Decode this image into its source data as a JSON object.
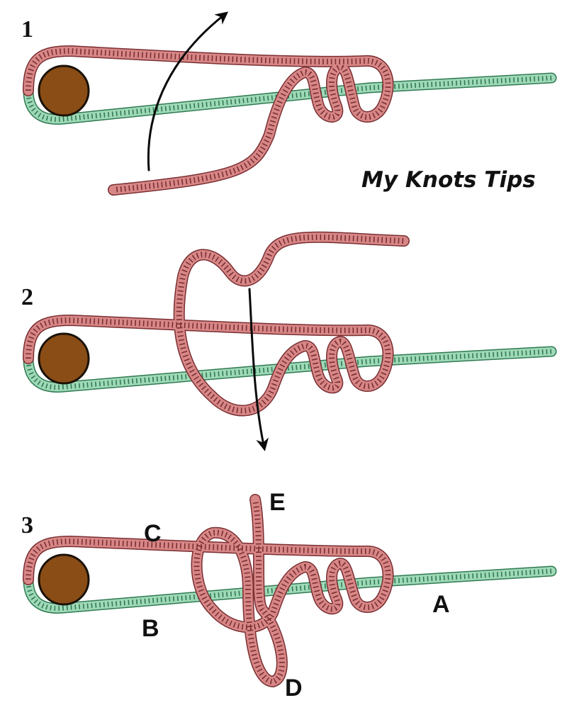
{
  "title": "My Knots Tips",
  "colors": {
    "line_rope": "#9fd9b8",
    "line_rope_dark": "#2f7a52",
    "tag_rope": "#d88787",
    "tag_rope_dark": "#7a2f33",
    "post_fill": "#8a4d16",
    "post_stroke": "#1a1208",
    "arrow": "#0a0a0a"
  },
  "steps": [
    {
      "number": "1"
    },
    {
      "number": "2"
    },
    {
      "number": "3",
      "labels": {
        "a": "A",
        "b": "B",
        "c": "C",
        "d": "D",
        "e": "E"
      }
    }
  ]
}
